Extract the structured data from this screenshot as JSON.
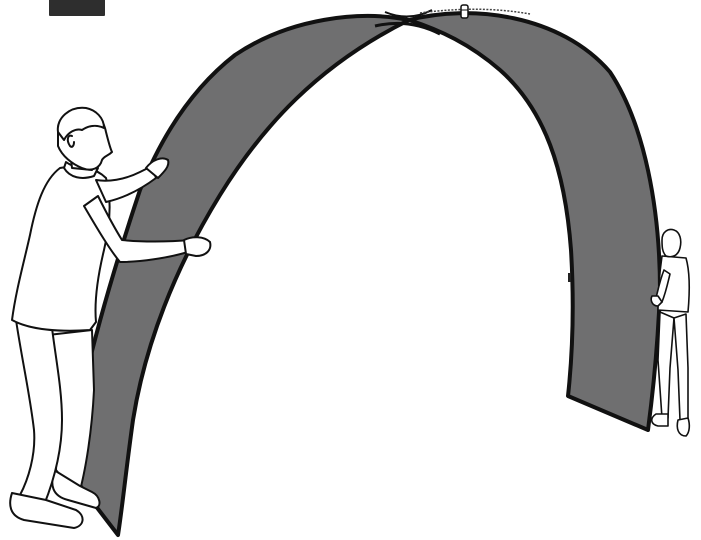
{
  "illustration": {
    "step_badge": {
      "number": ""
    },
    "icons": [
      "step-number-badge",
      "arch-left-panel",
      "arch-right-panel",
      "top-connector",
      "person-left",
      "person-right"
    ],
    "colors": {
      "fabric": "#6f6f70",
      "outline": "#111111",
      "badge": "#2e2e2e",
      "background": "#ffffff",
      "figure_fill": "#ffffff"
    }
  }
}
